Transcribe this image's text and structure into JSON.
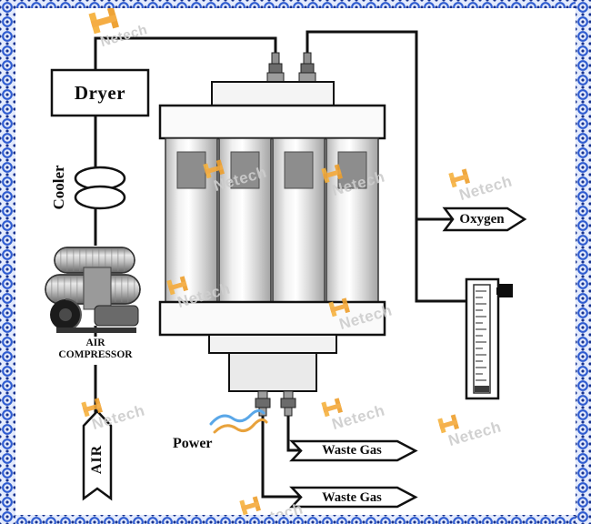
{
  "labels": {
    "dryer": "Dryer",
    "cooler": "Cooler",
    "compressor_line1": "AIR",
    "compressor_line2": "COMPRESSOR",
    "air_inlet": "AIR",
    "oxygen": "Oxygen",
    "power": "Power",
    "waste_gas_1": "Waste Gas",
    "waste_gas_2": "Waste Gas"
  },
  "watermark": {
    "text": "Netech"
  },
  "colors": {
    "border_blue": "#2f5cd0",
    "border_blue_dark": "#16318f",
    "line_black": "#111111",
    "wire_blue": "#5aa7e8",
    "wire_orange": "#e8a23c",
    "watermark_gray": "#cdcdcd",
    "watermark_orange": "#f5a93a",
    "metal_gray": "#c0c0c0"
  }
}
